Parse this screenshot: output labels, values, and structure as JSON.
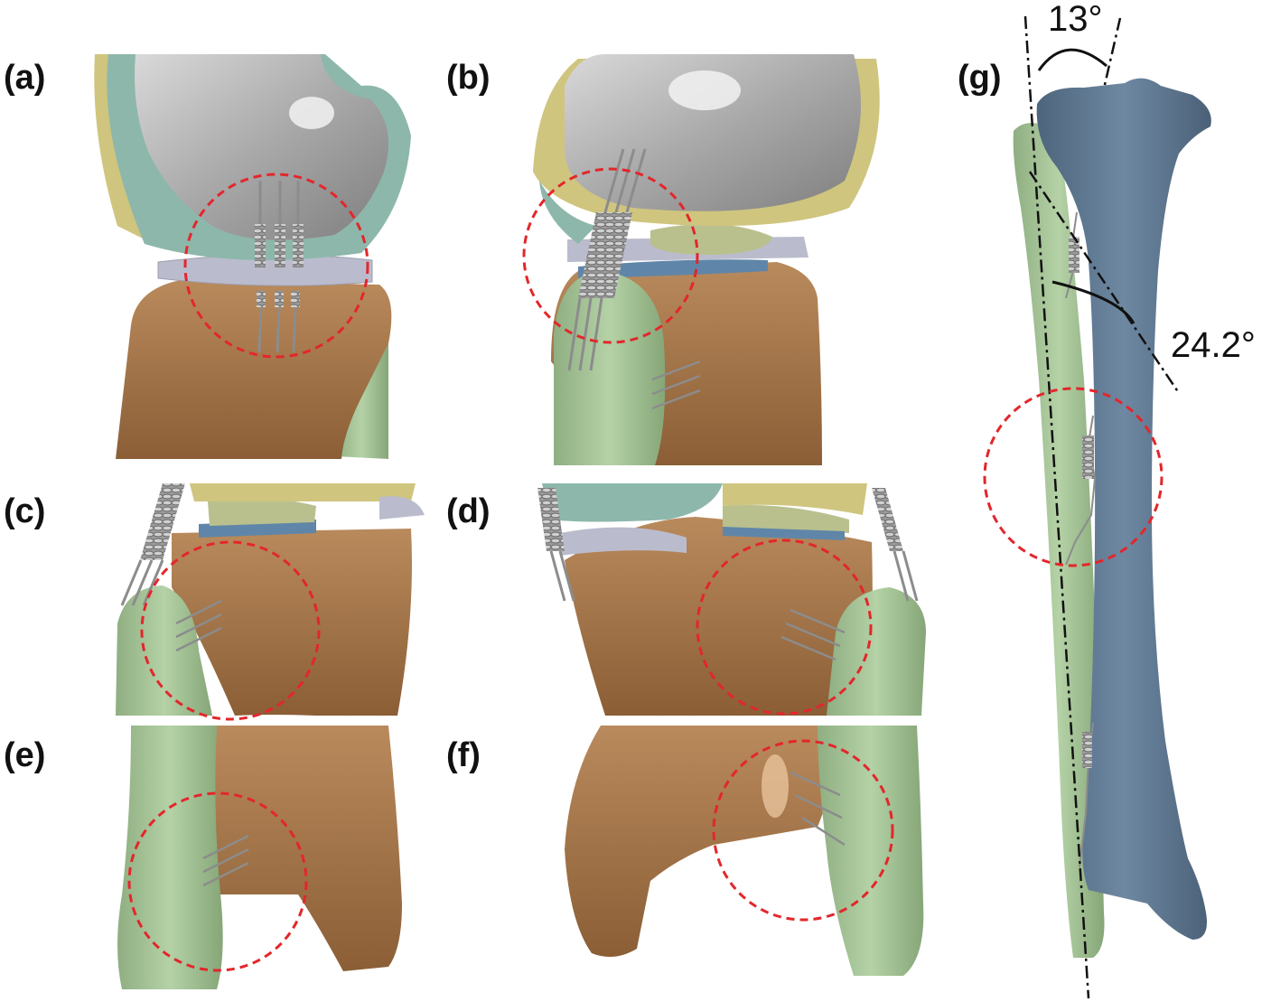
{
  "figure": {
    "panels": [
      {
        "id": "a",
        "label": "(a)"
      },
      {
        "id": "b",
        "label": "(b)"
      },
      {
        "id": "c",
        "label": "(c)"
      },
      {
        "id": "d",
        "label": "(d)"
      },
      {
        "id": "e",
        "label": "(e)"
      },
      {
        "id": "f",
        "label": "(f)"
      },
      {
        "id": "g",
        "label": "(g)"
      }
    ],
    "angles": {
      "top": "13°",
      "side": "24.2°"
    },
    "colors": {
      "tibia": "#a97a4e",
      "fibula": "#9cbd8f",
      "femur": "#a8a8a8",
      "meniscus_teal": "#88b3a8",
      "cartilage_yellow": "#cfc57e",
      "meniscus_lavender": "#b9bbcc",
      "tibia_g": "#5e7891",
      "marker_circle": "#e3262b",
      "spring": "#8c8c8c"
    }
  }
}
